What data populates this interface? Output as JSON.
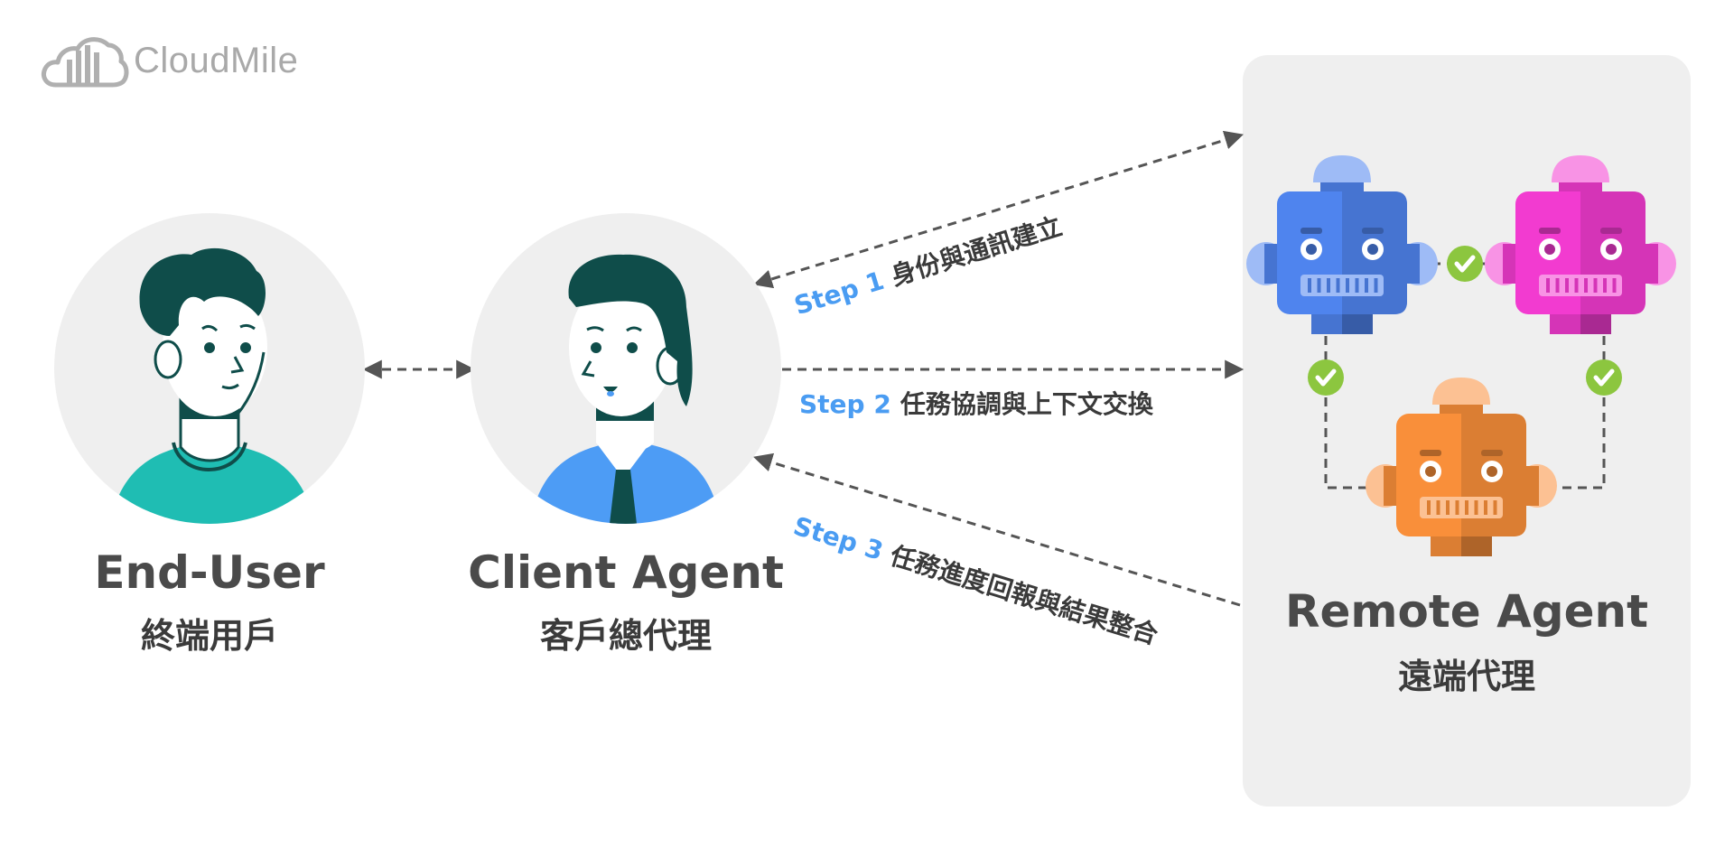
{
  "brand": {
    "name": "CloudMile"
  },
  "nodes": {
    "end_user": {
      "title": "End-User",
      "subtitle": "終端用戶"
    },
    "client_agent": {
      "title": "Client Agent",
      "subtitle": "客戶總代理"
    },
    "remote_agent": {
      "title": "Remote Agent",
      "subtitle": "遠端代理"
    }
  },
  "steps": [
    {
      "label": "Step 1",
      "text": "身份與通訊建立"
    },
    {
      "label": "Step 2",
      "text": "任務協調與上下文交換"
    },
    {
      "label": "Step 3",
      "text": "任務進度回報與結果整合"
    }
  ],
  "colors": {
    "step_label": "#4a9cf2",
    "robot_blue": "#4f84ee",
    "robot_pink": "#f23bd0",
    "robot_orange": "#f98f3a",
    "check_green": "#8cc63f",
    "panel_bg": "#efefef"
  }
}
